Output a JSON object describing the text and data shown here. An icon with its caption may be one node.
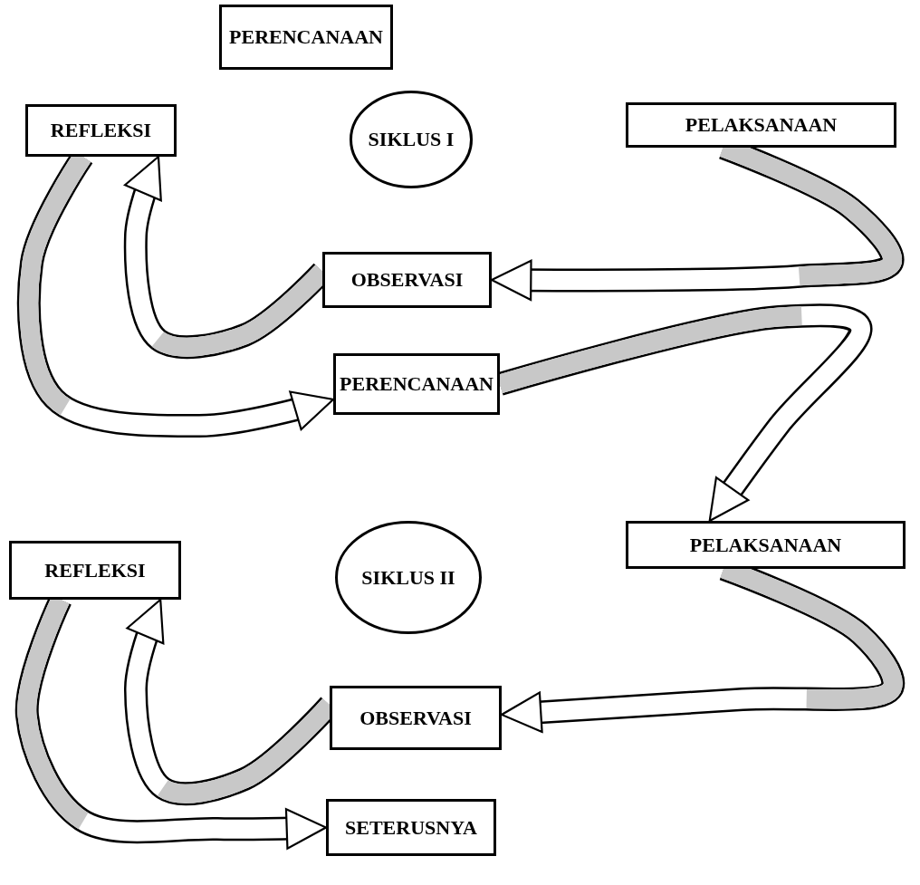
{
  "diagram": {
    "nodes": [
      {
        "text": [
          "PERENCANAAN"
        ]
      },
      {
        "text": [
          "REFLEKSI"
        ]
      },
      {
        "text": [
          "SIKLUS I"
        ]
      },
      {
        "text": [
          "PELAKSANAAN"
        ]
      },
      {
        "text": [
          "OBSERVASI"
        ]
      },
      {
        "text": [
          "PERENCANAAN"
        ]
      },
      {
        "text": [
          "REFLEKSI"
        ]
      },
      {
        "text": [
          "SIKLUS II"
        ]
      },
      {
        "text": [
          "PELAKSANAAN"
        ]
      },
      {
        "text": [
          "OBSERVASI"
        ]
      },
      {
        "text": [
          "SETERUSNYA"
        ]
      }
    ],
    "edges": [
      {
        "from": 3,
        "to": 4,
        "arrow": "to"
      },
      {
        "from": 4,
        "to": 1,
        "arrow": "to"
      },
      {
        "from": 1,
        "to": 5,
        "arrow": "to"
      },
      {
        "from": 5,
        "to": 8,
        "arrow": "to"
      },
      {
        "from": 8,
        "to": 9,
        "arrow": "to"
      },
      {
        "from": 9,
        "to": 6,
        "arrow": "to"
      },
      {
        "from": 6,
        "to": 10,
        "arrow": "to"
      }
    ]
  }
}
